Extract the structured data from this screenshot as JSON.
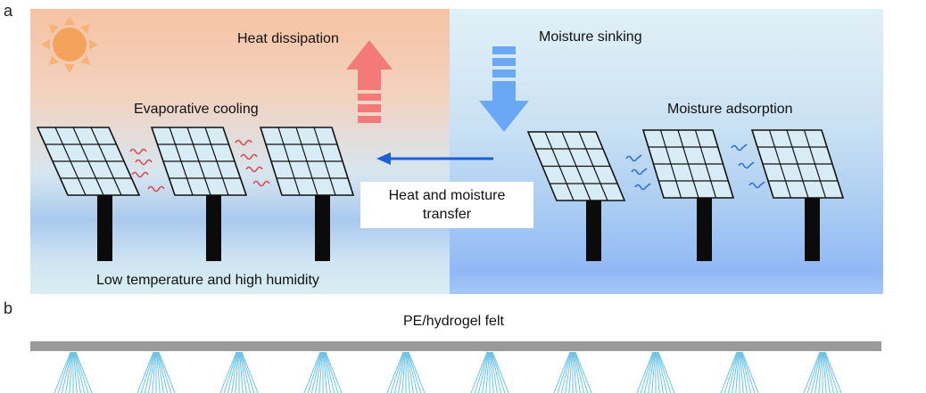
{
  "panel_a": {
    "label": "a",
    "heat_dissipation": "Heat dissipation",
    "evaporative_cooling": "Evaporative cooling",
    "low_temp_high_humidity": "Low temperature and high humidity",
    "moisture_sinking": "Moisture sinking",
    "moisture_adsorption": "Moisture adsorption",
    "transfer_line1": "Heat and moisture",
    "transfer_line2": "transfer"
  },
  "panel_b": {
    "label": "b",
    "felt_label": "PE/hydrogel felt"
  },
  "colors": {
    "warm_arrow": "#f47a7a",
    "cool_arrow": "#6aa8f5",
    "transfer_arrow": "#1f5fd6",
    "wave_warm": "#e0474c",
    "wave_cool": "#2f6fd0",
    "sun": "#f5a25d",
    "panel_cell": "#d8ecf5",
    "spray": "#6cc3e4",
    "felt_bar": "#9a9a9a"
  }
}
